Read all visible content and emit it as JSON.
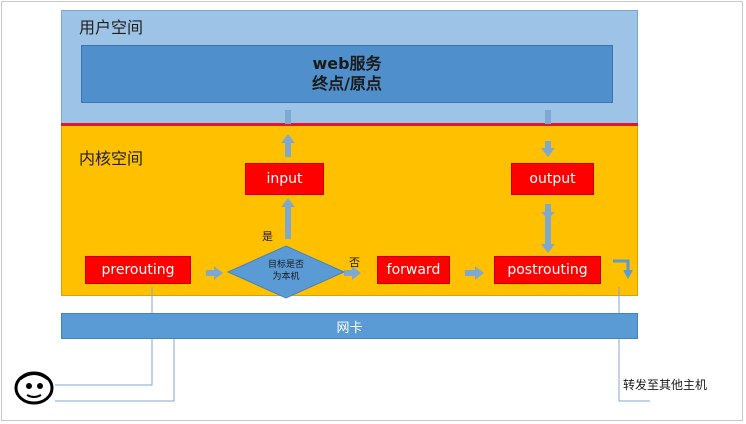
{
  "user_space": {
    "label": "用户空间"
  },
  "web_service": {
    "line1": "web服务",
    "line2": "终点/原点"
  },
  "kernel_space": {
    "label": "内核空间"
  },
  "chains": {
    "input": "input",
    "output": "output",
    "prerouting": "prerouting",
    "forward": "forward",
    "postrouting": "postrouting"
  },
  "decision": {
    "line1": "目标是否",
    "line2": "为本机",
    "yes": "是",
    "no": "否"
  },
  "nic": {
    "label": "网卡"
  },
  "forward_other_host": "转发至其他主机",
  "colors": {
    "user_space": "#9dc3e6",
    "kernel_space": "#ffc000",
    "chain_box": "#ff0000",
    "web_box": "#4f8fcc",
    "nic": "#5b9bd5",
    "divider": "#e0182b"
  }
}
